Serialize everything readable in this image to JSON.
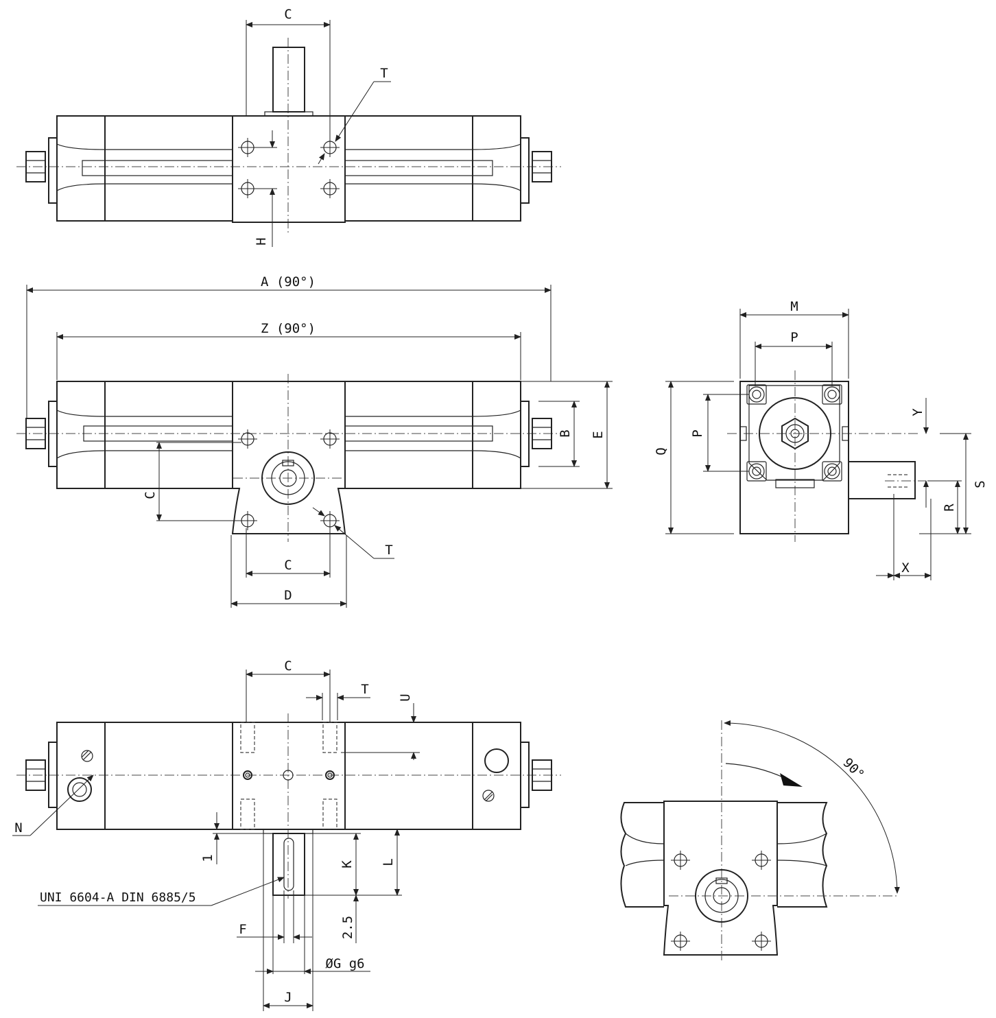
{
  "labels": {
    "c": "C",
    "t": "T",
    "h": "H",
    "a90": "A (90°)",
    "z90": "Z (90°)",
    "b": "B",
    "e": "E",
    "d": "D",
    "m": "M",
    "p": "P",
    "q": "Q",
    "y": "Y",
    "s": "S",
    "r": "R",
    "x": "X",
    "u": "U",
    "n": "N",
    "k": "K",
    "l": "L",
    "one": "1",
    "two_five": "2.5",
    "f": "F",
    "g": "ØG g6",
    "j": "J",
    "key_std": "UNI 6604-A DIN 6885/5",
    "angle": "90°"
  }
}
